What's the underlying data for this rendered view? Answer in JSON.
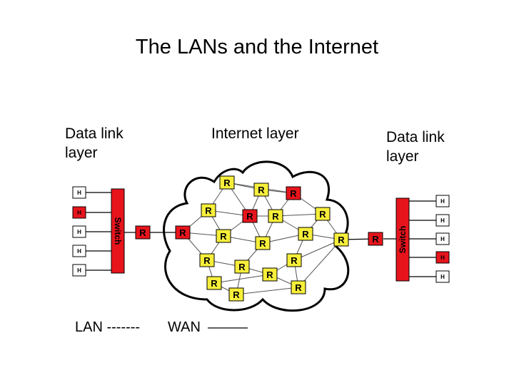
{
  "title": "The LANs and the Internet",
  "labels": {
    "left_layer": "Data link\nlayer",
    "middle_layer": "Internet layer",
    "right_layer": "Data link\nlayer"
  },
  "legend": {
    "lan": "LAN -------",
    "wan": "WAN"
  },
  "host_label": "H",
  "router_label": "R",
  "switch_label": "Switch",
  "colors": {
    "red": "#e8141c",
    "yellow": "#f7ef3a",
    "host_bg": "#ffffff",
    "line": "#555555"
  }
}
